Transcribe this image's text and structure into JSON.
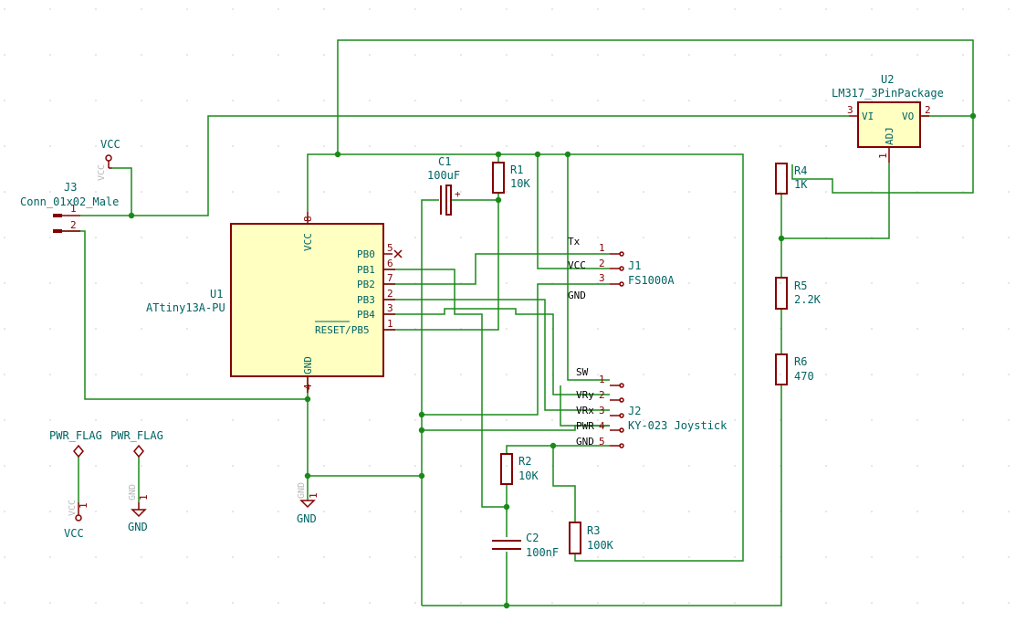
{
  "components": {
    "j3": {
      "ref": "J3",
      "value": "Conn_01x02_Male",
      "pins": [
        "1",
        "2"
      ]
    },
    "u1": {
      "ref": "U1",
      "value": "ATtiny13A-PU",
      "pins": [
        {
          "name": "PB0",
          "num": "5"
        },
        {
          "name": "PB1",
          "num": "6"
        },
        {
          "name": "PB2",
          "num": "7"
        },
        {
          "name": "PB3",
          "num": "2"
        },
        {
          "name": "PB4",
          "num": "3"
        },
        {
          "name": "RESET/PB5",
          "num": "1"
        }
      ],
      "vcc_pin": {
        "name": "VCC",
        "num": "8"
      },
      "gnd_pin": {
        "name": "GND",
        "num": "4"
      }
    },
    "c1": {
      "ref": "C1",
      "value": "100uF",
      "polarity": "+"
    },
    "r1": {
      "ref": "R1",
      "value": "10K"
    },
    "j1": {
      "ref": "J1",
      "value": "FS1000A",
      "pins": [
        "1",
        "2",
        "3"
      ],
      "labels": [
        "Tx",
        "VCC",
        "GND"
      ]
    },
    "j2": {
      "ref": "J2",
      "value": "KY-023 Joystick",
      "pins": [
        "1",
        "2",
        "3",
        "4",
        "5"
      ],
      "labels": [
        "SW",
        "VRy",
        "VRx",
        "PWR",
        "GND"
      ]
    },
    "u2": {
      "ref": "U2",
      "value": "LM317_3PinPackage",
      "pins": [
        {
          "name": "VI",
          "num": "3"
        },
        {
          "name": "VO",
          "num": "2"
        },
        {
          "name": "ADJ",
          "num": "1"
        }
      ]
    },
    "r4": {
      "ref": "R4",
      "value": "1K"
    },
    "r5": {
      "ref": "R5",
      "value": "2.2K"
    },
    "r6": {
      "ref": "R6",
      "value": "470"
    },
    "r2": {
      "ref": "R2",
      "value": "10K"
    },
    "r3": {
      "ref": "R3",
      "value": "100K"
    },
    "c2": {
      "ref": "C2",
      "value": "100nF"
    }
  },
  "power": {
    "vcc_label": "VCC",
    "gnd_label": "GND",
    "pwr_flag_label": "PWR_FLAG",
    "hidden_vcc": "VCC",
    "hidden_gnd": "GND",
    "hidden_pin": "1"
  },
  "colors": {
    "wire": "#1a8a1a",
    "component_outline": "#840000",
    "component_fill": "#ffffc2",
    "text": "#006464",
    "background": "#ffffff"
  }
}
